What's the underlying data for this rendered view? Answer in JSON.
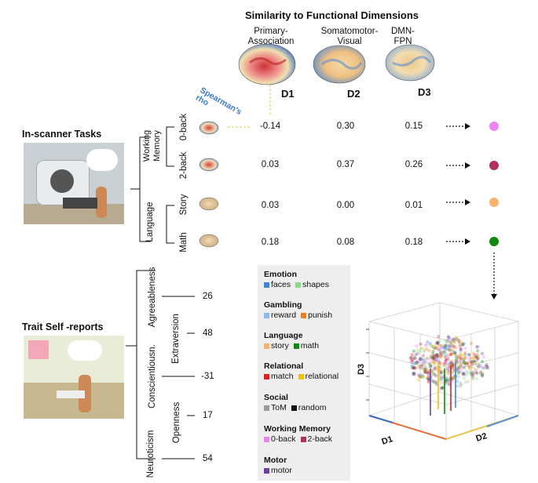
{
  "title": "Similarity to Functional Dimensions",
  "columns": [
    {
      "header_line1": "Primary-",
      "header_line2": "Association",
      "label": "D1"
    },
    {
      "header_line1": "Somatomotor-",
      "header_line2": "Visual",
      "label": "D2"
    },
    {
      "header_line1": "DMN-",
      "header_line2": "FPN",
      "label": "D3"
    }
  ],
  "spearman_label": "Spearman's rho",
  "in_scanner": {
    "title": "In-scanner Tasks",
    "group_working_memory": "Working Memory",
    "group_language": "Language",
    "rows": [
      {
        "task": "0-back",
        "d1": "-0.14",
        "d2": "0.30",
        "d3": "0.15",
        "color": "#ee82ee"
      },
      {
        "task": "2-back",
        "d1": "0.03",
        "d2": "0.37",
        "d3": "0.26",
        "color": "#b03060"
      },
      {
        "task": "Story",
        "d1": "0.03",
        "d2": "0.00",
        "d3": "0.01",
        "color": "#f7b36b"
      },
      {
        "task": "Math",
        "d1": "0.18",
        "d2": "0.08",
        "d3": "0.18",
        "color": "#118811"
      }
    ]
  },
  "traits": {
    "title": "Trait Self -reports",
    "items": [
      {
        "name": "Agreeableness",
        "value": "26"
      },
      {
        "name": "Extraversion",
        "value": "48"
      },
      {
        "name": "Conscientiousn.",
        "value": "-31"
      },
      {
        "name": "Openness",
        "value": "17"
      },
      {
        "name": "Neuroticism",
        "value": "54"
      }
    ]
  },
  "legend": [
    {
      "title": "Emotion",
      "items": [
        {
          "label": "faces",
          "color": "#3a86d8"
        },
        {
          "label": "shapes",
          "color": "#88dd88"
        }
      ]
    },
    {
      "title": "Gambling",
      "items": [
        {
          "label": "reward",
          "color": "#88bbee"
        },
        {
          "label": "punish",
          "color": "#f07f1a"
        }
      ]
    },
    {
      "title": "Language",
      "items": [
        {
          "label": "story",
          "color": "#f7b36b"
        },
        {
          "label": "math",
          "color": "#118811"
        }
      ]
    },
    {
      "title": "Relational",
      "items": [
        {
          "label": "match",
          "color": "#dd2222"
        },
        {
          "label": "relational",
          "color": "#f2c200"
        }
      ]
    },
    {
      "title": "Social",
      "items": [
        {
          "label": "ToM",
          "color": "#999999"
        },
        {
          "label": "random",
          "color": "#111111"
        }
      ]
    },
    {
      "title": "Working Memory",
      "items": [
        {
          "label": "0-back",
          "color": "#ee82ee"
        },
        {
          "label": "2-back",
          "color": "#b03060"
        }
      ]
    },
    {
      "title": "Motor",
      "items": [
        {
          "label": "motor",
          "color": "#6a3fa0"
        }
      ]
    }
  ],
  "plot3d": {
    "axis_x": "D1",
    "axis_y": "D2",
    "axis_z": "D3"
  }
}
